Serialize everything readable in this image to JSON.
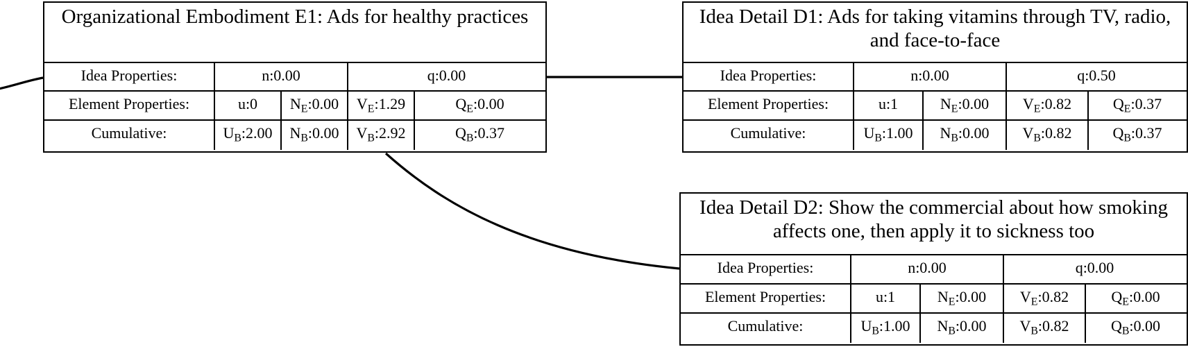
{
  "diagram": {
    "property_row_labels": {
      "idea": "Idea Properties:",
      "element": "Element Properties:",
      "cumulative": "Cumulative:"
    },
    "nodes": [
      {
        "id": "E1",
        "title": "Organizational Embodiment E1: Ads for healthy practices",
        "idea_properties": {
          "n": "n:0.00",
          "q": "q:0.00"
        },
        "element_properties": {
          "u": "u:0",
          "N": "N",
          "N_sub": "E",
          "N_val": ":0.00",
          "V": "V",
          "V_sub": "E",
          "V_val": ":1.29",
          "Q": "Q",
          "Q_sub": "E",
          "Q_val": ":0.00"
        },
        "cumulative": {
          "U": "U",
          "U_sub": "B",
          "U_val": ":2.00",
          "N": "N",
          "N_sub": "B",
          "N_val": ":0.00",
          "V": "V",
          "V_sub": "B",
          "V_val": ":2.92",
          "Q": "Q",
          "Q_sub": "B",
          "Q_val": ":0.37"
        }
      },
      {
        "id": "D1",
        "title": "Idea Detail D1: Ads for taking vitamins through TV, radio, and face-to-face",
        "idea_properties": {
          "n": "n:0.00",
          "q": "q:0.50"
        },
        "element_properties": {
          "u": "u:1",
          "N": "N",
          "N_sub": "E",
          "N_val": ":0.00",
          "V": "V",
          "V_sub": "E",
          "V_val": ":0.82",
          "Q": "Q",
          "Q_sub": "E",
          "Q_val": ":0.37"
        },
        "cumulative": {
          "U": "U",
          "U_sub": "B",
          "U_val": ":1.00",
          "N": "N",
          "N_sub": "B",
          "N_val": ":0.00",
          "V": "V",
          "V_sub": "B",
          "V_val": ":0.82",
          "Q": "Q",
          "Q_sub": "B",
          "Q_val": ":0.37"
        }
      },
      {
        "id": "D2",
        "title": "Idea Detail D2: Show the commercial about how smoking affects one, then apply it to sickness too",
        "idea_properties": {
          "n": "n:0.00",
          "q": "q:0.00"
        },
        "element_properties": {
          "u": "u:1",
          "N": "N",
          "N_sub": "E",
          "N_val": ":0.00",
          "V": "V",
          "V_sub": "E",
          "V_val": ":0.82",
          "Q": "Q",
          "Q_sub": "E",
          "Q_val": ":0.00"
        },
        "cumulative": {
          "U": "U",
          "U_sub": "B",
          "U_val": ":1.00",
          "N": "N",
          "N_sub": "B",
          "N_val": ":0.00",
          "V": "V",
          "V_sub": "B",
          "V_val": ":0.82",
          "Q": "Q",
          "Q_sub": "B",
          "Q_val": ":0.00"
        }
      }
    ],
    "edges": [
      {
        "name": "edge-incoming-to-e1",
        "from": "off-canvas-left",
        "to": "E1"
      },
      {
        "name": "edge-e1-to-d1",
        "from": "E1",
        "to": "D1"
      },
      {
        "name": "edge-e1-to-d2",
        "from": "E1",
        "to": "D2"
      }
    ],
    "colors": {
      "stroke": "#000000",
      "background": "#ffffff"
    }
  }
}
